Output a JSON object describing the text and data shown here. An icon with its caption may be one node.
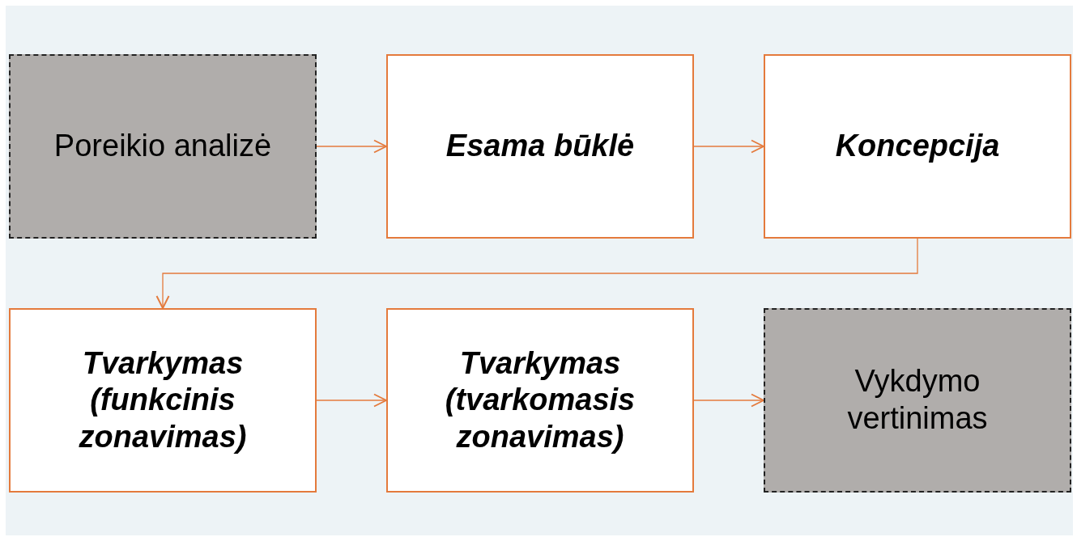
{
  "diagram": {
    "nodes": [
      {
        "text": [
          "Poreikio analizė"
        ]
      },
      {
        "text": [
          "Esama būklė"
        ]
      },
      {
        "text": [
          "Koncepcija"
        ]
      },
      {
        "text": [
          "Tvarkymas (funkcinis zonavimas)"
        ]
      },
      {
        "text": [
          "Tvarkymas (tvarkomasis zonavimas)"
        ]
      },
      {
        "text": [
          "Vykdymo vertinimas"
        ]
      }
    ],
    "edges": [
      {
        "from": 0,
        "to": 1,
        "arrow": "to"
      },
      {
        "from": 1,
        "to": 2,
        "arrow": "to"
      },
      {
        "from": 2,
        "to": 3,
        "arrow": "to"
      },
      {
        "from": 3,
        "to": 4,
        "arrow": "to"
      },
      {
        "from": 4,
        "to": 5,
        "arrow": "to"
      }
    ]
  }
}
